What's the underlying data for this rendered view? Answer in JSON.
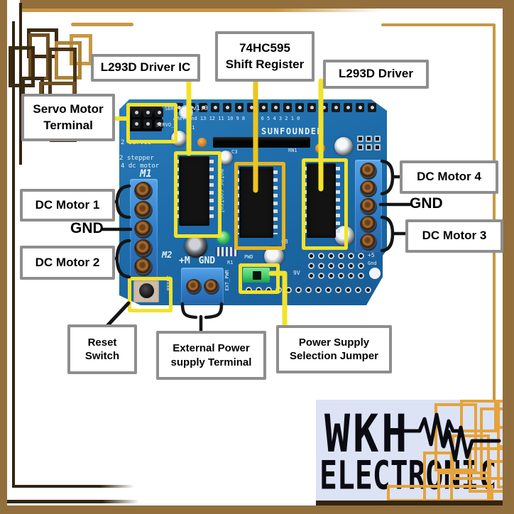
{
  "callouts": {
    "l293d_ic": "L293D Driver IC",
    "shift_reg_line1": "74HC595",
    "shift_reg_line2": "Shift Register",
    "l293d_driver": "L293D Driver",
    "servo_line1": "Servo Motor",
    "servo_line2": "Terminal",
    "dc_motor_1": "DC Motor 1",
    "gnd_left": "GND",
    "dc_motor_2": "DC Motor 2",
    "dc_motor_4": "DC Motor 4",
    "gnd_right": "GND",
    "dc_motor_3": "DC Motor 3",
    "reset_line1": "Reset",
    "reset_line2": "Switch",
    "ext_power_line1": "External Power",
    "ext_power_line2": "supply Terminal",
    "psj_line1": "Power Supply",
    "psj_line2": "Selection Jumper"
  },
  "board": {
    "brand": "SUNFOUNDER",
    "version": "v1.0",
    "pins_left": "ARef gnd 13 12 11 10 9 8",
    "pins_right": "7 6 5 4 3 2 1 0",
    "ser1": "SER1",
    "servo_2": "SERVO_2",
    "feature1": "2 servos",
    "feature2": "2 stepper",
    "feature3": "4 dc motor",
    "m1": "M1",
    "m2": "M2",
    "plus_m": "+M",
    "gnd": "GND",
    "r1": "R1",
    "c1": "C1",
    "c3": "C3",
    "rn1": "RN1",
    "c8": "C8",
    "motor_control": "motor control",
    "reset": "RESET",
    "ext_pwr": "EXT_PWR",
    "pwd": "PWD",
    "nine_v": "9V",
    "plus5": "+5",
    "gnd_small": "Gnd"
  },
  "watermark": {
    "name": "WKH",
    "line2": "ELECTRONIC"
  },
  "colors": {
    "border_brown": "#926f3d",
    "gold": "#c79844",
    "dark_line": "#332410",
    "accent_yellow": "#f2e32a",
    "accent_amber": "#e7b51f",
    "board_blue": "#1d6ca9",
    "terminal_blue": "#3787d2",
    "label_border": "#8e8e8e",
    "logo_bg": "#dce3f5",
    "logo_orange": "#e5a33b",
    "led_green": "#35c24e",
    "jumper_green": "#45d06b"
  }
}
